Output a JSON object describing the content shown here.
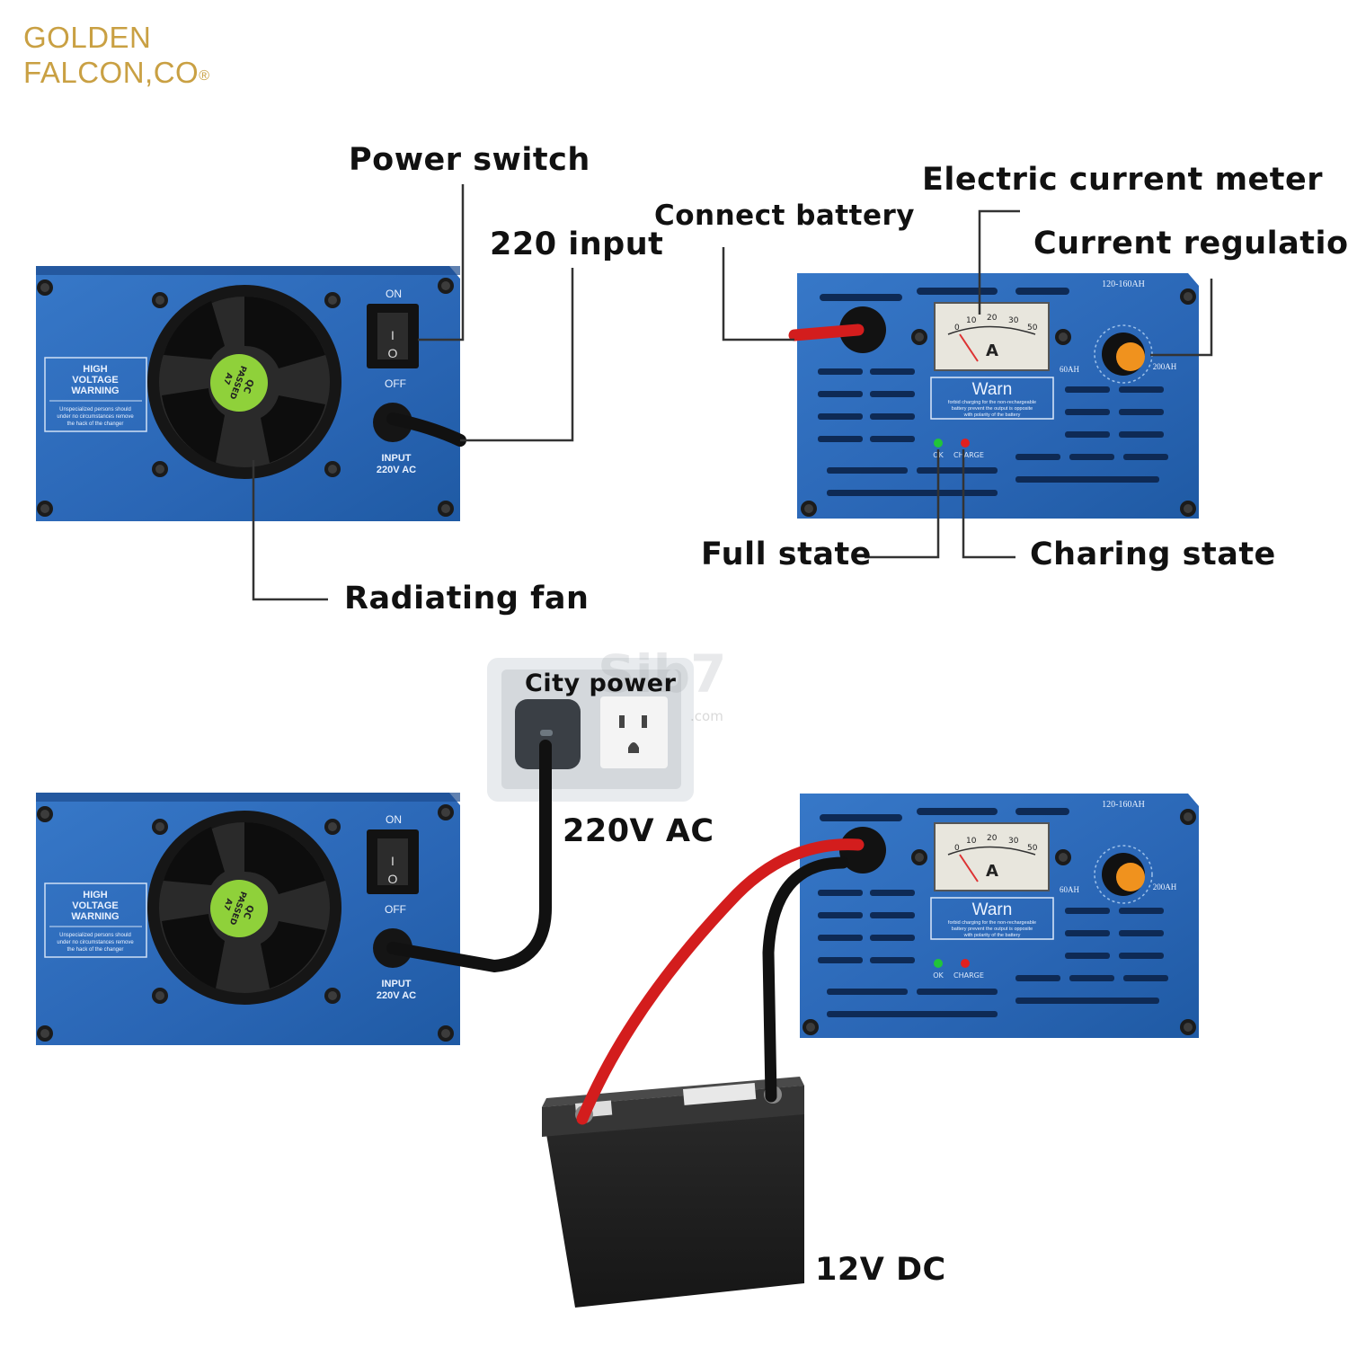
{
  "brand": {
    "line1": "GOLDEN",
    "line2": "FALCON,CO",
    "mark": "®"
  },
  "watermark": {
    "text": "Sib7",
    "suffix": ".com"
  },
  "colors": {
    "panel_blue": "#2f6fc0",
    "panel_dark": "#1d4f97",
    "cable_red": "#d31d1d",
    "cable_black": "#111111",
    "led_green": "#21c43a",
    "led_red": "#e02020",
    "knob_orange": "#f0921e",
    "brand_gold": "#c9a043"
  },
  "rear_panel": {
    "warning": {
      "line1": "HIGH",
      "line2": "VOLTAGE",
      "line3": "WARNING",
      "line4": "Unspecialized persons should",
      "line5": "under no circumstances remove",
      "line6": "the hack of the changer"
    },
    "qc_sticker": {
      "line1": "QC",
      "line2": "PASSED",
      "line3": "A7"
    },
    "switch_on": "ON",
    "switch_off": "OFF",
    "switch_i": "I",
    "switch_o": "O",
    "input_line1": "INPUT",
    "input_line2": "220V AC"
  },
  "front_panel": {
    "model": "120-160AH",
    "meter_unit": "A",
    "meter_scale": [
      "0",
      "10",
      "20",
      "30",
      "50"
    ],
    "range_min": "60AH",
    "range_max": "200AH",
    "warn_title": "Warn",
    "warn_line1": "forbid charging for the non-rechargeable",
    "warn_line2": "battery   prevent the output is opposite",
    "warn_line3": "with polarity of the battery",
    "led_ok": "OK",
    "led_charge": "CHARGE"
  },
  "labels": {
    "power_switch": "Power switch",
    "input_220": "220 input",
    "radiating_fan": "Radiating fan",
    "connect_battery": "Connect battery",
    "current_meter": "Electric current meter",
    "current_regulation": "Current regulation",
    "full_state": "Full state",
    "charging_state": "Charing state",
    "city_power": "City power",
    "ac_220": "220V AC",
    "dc_12": "12V DC"
  }
}
